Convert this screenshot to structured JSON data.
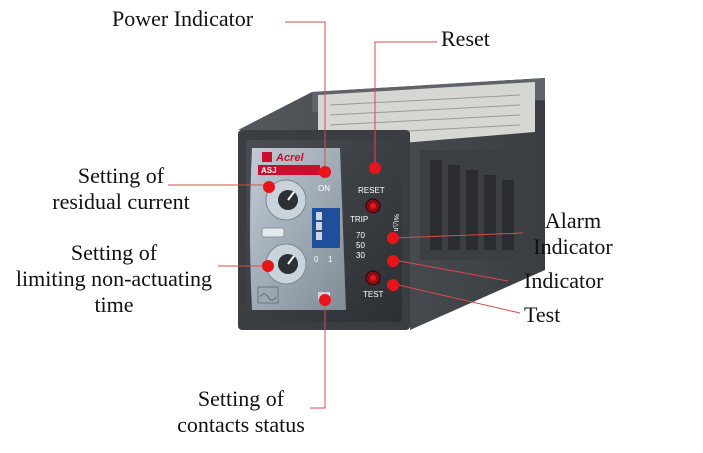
{
  "device": {
    "brand": "Acrel",
    "model": "ASJ",
    "labels": {
      "on": "ON",
      "reset": "RESET",
      "trip": "TRIP",
      "unit": "%I△n",
      "test": "TEST",
      "dip_left": "0",
      "dip_right": "1"
    },
    "trip_values": [
      "70",
      "50",
      "30"
    ]
  },
  "callouts": {
    "power_indicator": "Power Indicator",
    "reset": "Reset",
    "setting_residual": [
      "Setting of",
      "residual current"
    ],
    "alarm_indicator": [
      "Alarm",
      "Indicator"
    ],
    "setting_time": [
      "Setting of",
      "limiting non-actuating",
      "time"
    ],
    "indicator": "Indicator",
    "test": "Test",
    "setting_contacts": [
      "Setting of",
      "contacts status"
    ]
  },
  "colors": {
    "leader": "#d94a4a",
    "dot": "#e8141a",
    "brand_red": "#c8102e"
  }
}
